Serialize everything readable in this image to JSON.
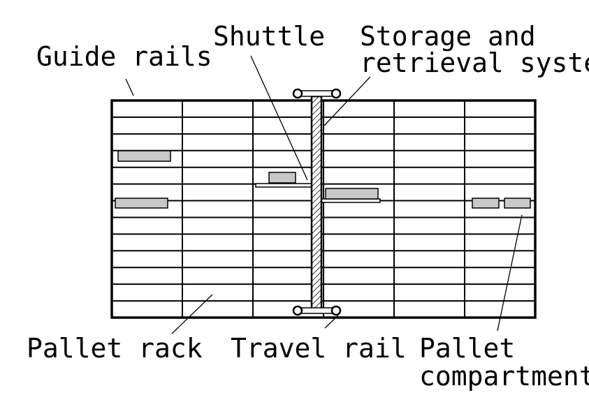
{
  "labels": {
    "guide_rails": "Guide rails",
    "shuttle": "Shuttle",
    "srs_line1": "Storage and",
    "srs_line2": "retrieval system",
    "pallet_rack": "Pallet rack",
    "travel_rail": "Travel rail",
    "compartment_line1": "Pallet",
    "compartment_line2": "compartment"
  },
  "rack": {
    "bays": 6,
    "shelf_rows": 13
  },
  "colors": {
    "line": "#000000",
    "pallet_fill": "#c8c8c8",
    "background": "#ffffff"
  }
}
